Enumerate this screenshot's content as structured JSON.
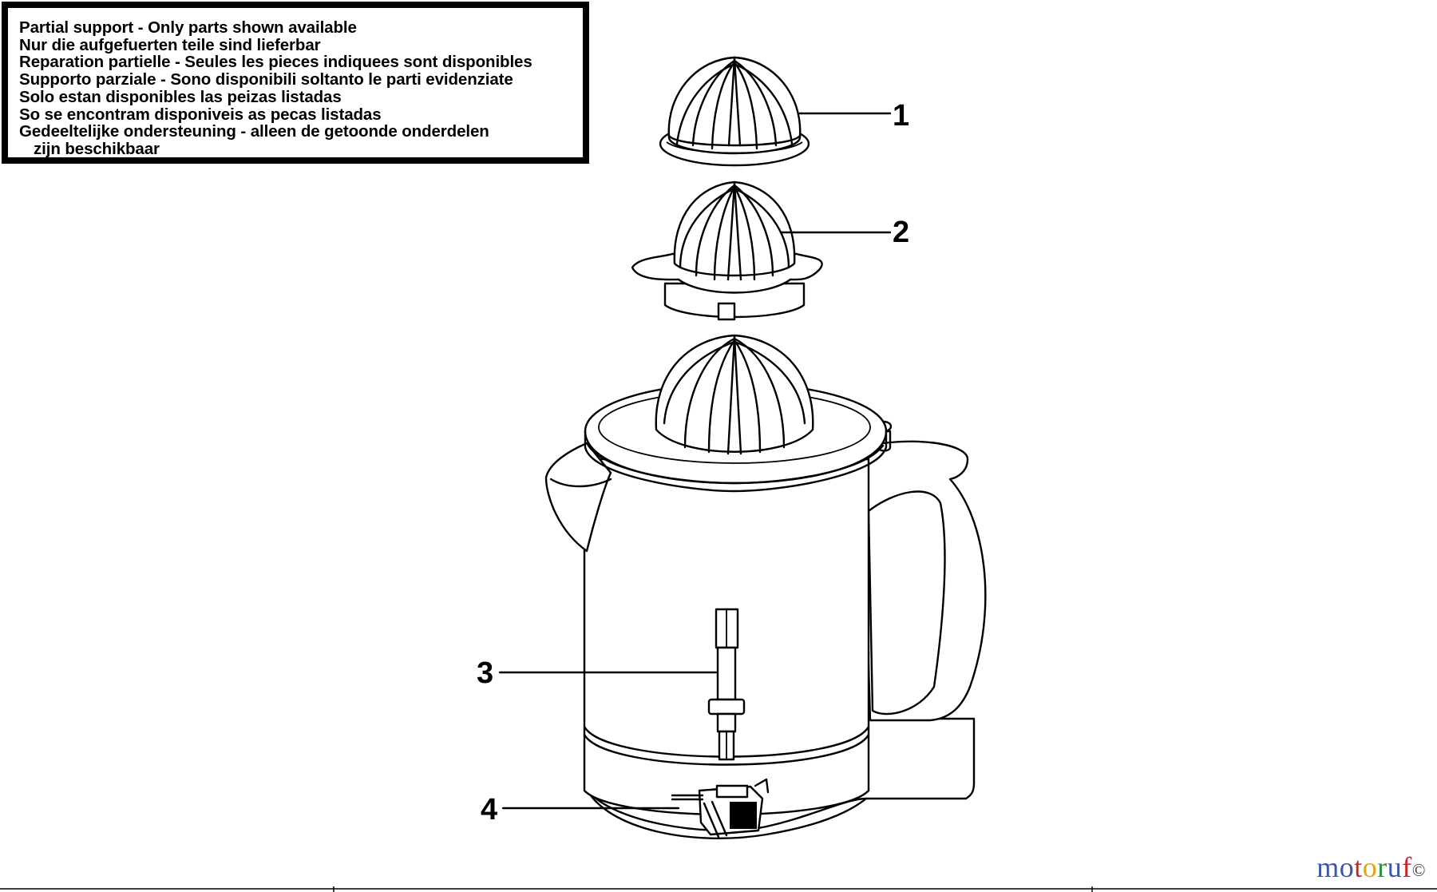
{
  "notice": {
    "lines": [
      "Partial support - Only parts shown available",
      "Nur die aufgefuerten teile sind lieferbar",
      "Reparation partielle - Seules les pieces indiquees sont disponibles",
      "Supporto parziale - Sono disponibili soltanto le parti evidenziate",
      "Solo estan disponibles las peizas listadas",
      "So se encontram disponiveis as pecas listadas",
      "Gedeeltelijke ondersteuning - alleen de getoonde onderdelen",
      "zijn beschikbaar"
    ]
  },
  "callouts": [
    {
      "number": "1",
      "part": "small-reamer-cone"
    },
    {
      "number": "2",
      "part": "large-reamer-cone"
    },
    {
      "number": "3",
      "part": "drive-shaft"
    },
    {
      "number": "4",
      "part": "switch"
    }
  ],
  "watermark": {
    "letters": [
      "m",
      "o",
      "t",
      "o",
      "r",
      "u",
      "f",
      "©"
    ],
    "colors": [
      "#3a57a8",
      "#3a57a8",
      "#c1272d",
      "#e3a21a",
      "#2f8f3a",
      "#3a57a8",
      "#c1272d",
      "#333333"
    ]
  },
  "colors": {
    "line": "#000000",
    "background": "#ffffff"
  }
}
